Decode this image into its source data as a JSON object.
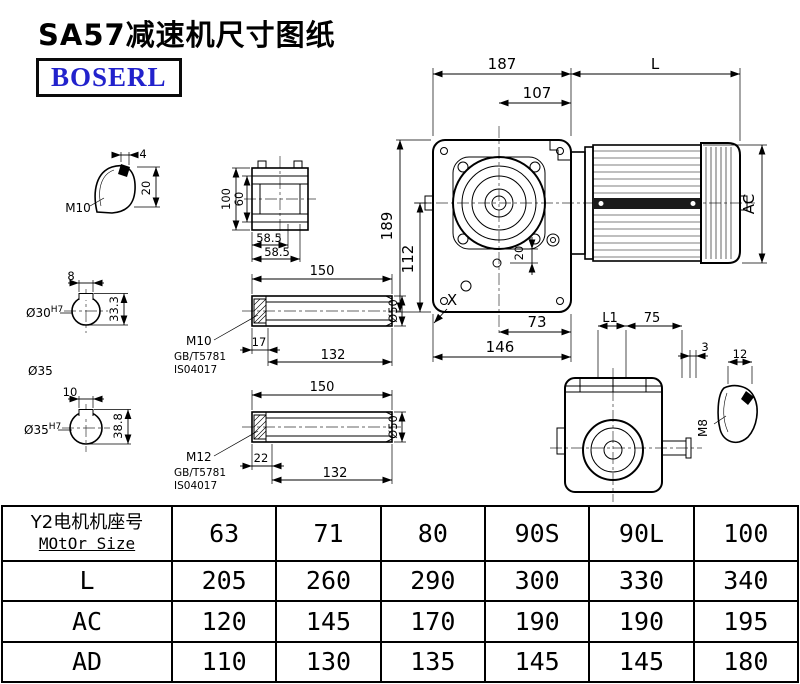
{
  "page": {
    "title": "SA57减速机尺寸图纸",
    "logo": "BOSERL"
  },
  "colors": {
    "logo_text": "#2222cc",
    "logo_border": "#0a0a0a",
    "line": "#000000",
    "background": "#ffffff"
  },
  "drawing": {
    "main": {
      "d187": "187",
      "dL": "L",
      "d107": "107",
      "d189": "189",
      "d112": "112",
      "d20": "20",
      "d73": "73",
      "d146": "146",
      "dAC": "AC",
      "labelX": "X"
    },
    "key_detail": {
      "m10": "M10",
      "d4": "4",
      "d20": "20"
    },
    "flange": {
      "d100": "100",
      "d60": "60",
      "d58a": "58.5",
      "d58b": "58.5"
    },
    "bore1": {
      "d8": "8",
      "dia": "Ø30",
      "tol": "H7",
      "d333": "33.3"
    },
    "dia35_label": "Ø35",
    "bore2": {
      "d10": "10",
      "dia": "Ø35",
      "tol": "H7",
      "d388": "38.8"
    },
    "shaft1": {
      "d150": "150",
      "m10": "M10",
      "gb": "GB/T5781",
      "iso": "IS04017",
      "d17": "17",
      "d132": "132",
      "dia50": "Ø50"
    },
    "shaft2": {
      "d150": "150",
      "m12": "M12",
      "gb": "GB/T5781",
      "iso": "IS04017",
      "d22": "22",
      "d132": "132",
      "dia50": "Ø50"
    },
    "rear": {
      "dL1": "L1",
      "d75": "75",
      "d3": "3"
    },
    "end_detail": {
      "d12": "12",
      "m8": "M8"
    }
  },
  "table": {
    "header": {
      "motor_label_cn": "Y2电机机座号",
      "motor_label_en": "MOtOr Size",
      "sizes": [
        "63",
        "71",
        "80",
        "90S",
        "90L",
        "100"
      ]
    },
    "rows": [
      {
        "label": "L",
        "values": [
          "205",
          "260",
          "290",
          "300",
          "330",
          "340"
        ]
      },
      {
        "label": "AC",
        "values": [
          "120",
          "145",
          "170",
          "190",
          "190",
          "195"
        ]
      },
      {
        "label": "AD",
        "values": [
          "110",
          "130",
          "135",
          "145",
          "145",
          "180"
        ]
      }
    ]
  }
}
